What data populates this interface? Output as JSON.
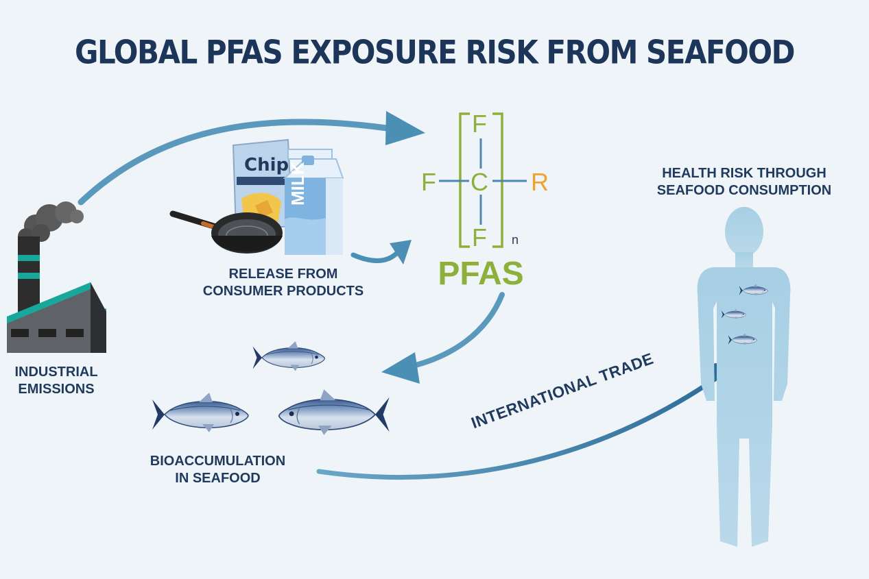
{
  "title": "GLOBAL PFAS EXPOSURE RISK FROM SEAFOOD",
  "labels": {
    "industrial_line1": "INDUSTRIAL",
    "industrial_line2": "EMISSIONS",
    "consumer_line1": "RELEASE FROM",
    "consumer_line2": "CONSUMER PRODUCTS",
    "bioaccumulation_line1": "BIOACCUMULATION",
    "bioaccumulation_line2": "IN SEAFOOD",
    "health_line1": "HEALTH RISK THROUGH",
    "health_line2": "SEAFOOD CONSUMPTION",
    "trade": "INTERNATIONAL TRADE"
  },
  "chemical": {
    "atom_top": "F",
    "atom_left": "F",
    "atom_center": "C",
    "atom_right": "R",
    "atom_bottom": "F",
    "subscript": "n",
    "name": "PFAS"
  },
  "products": {
    "chips_brand": "Chip",
    "milk_label": "MILK"
  },
  "colors": {
    "title": "#1c3559",
    "chem_green": "#8db03b",
    "chem_orange": "#f1a22b",
    "arrow": "#4c8fb5",
    "body": "#a8cde2",
    "factory_teal": "#1aa79b"
  },
  "icons": [
    "factory-icon",
    "smoke-icon",
    "chips-bag-icon",
    "frying-pan-icon",
    "milk-carton-icon",
    "tuna-fish-icon",
    "human-silhouette-icon"
  ]
}
